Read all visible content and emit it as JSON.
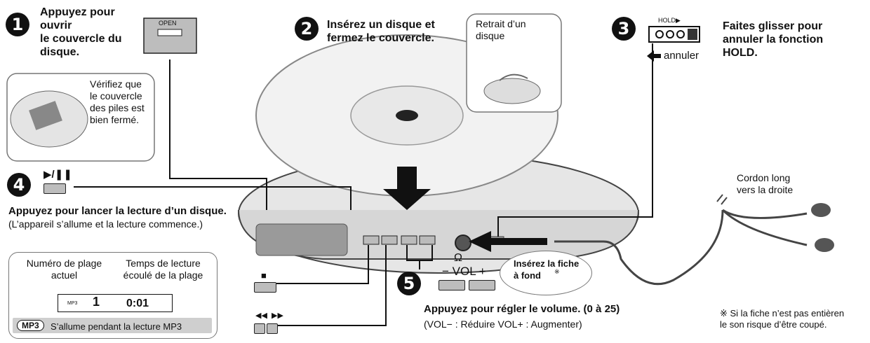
{
  "step1": {
    "num": "1",
    "instruction": "Appuyez pour\nouvrir\nle couvercle du\ndisque.",
    "open_label": "OPEN",
    "check_note": "Vérifiez que\nle couvercle\ndes piles est\nbien fermé."
  },
  "step2": {
    "num": "2",
    "instruction": "Insérez un disque et\nfermez le couvercle.",
    "removal_label": "Retrait d’un\ndisque"
  },
  "step3": {
    "num": "3",
    "hold_label": "HOLD▶",
    "cancel_label": "annuler",
    "instruction": "Faites glisser pour\nannuler la fonction\nHOLD."
  },
  "step4": {
    "num": "4",
    "play_symbol": "▶/❚❚",
    "instruction": "Appuyez pour lancer la lecture d’un disque.",
    "note": "(L’appareil s’allume et la lecture commence.)"
  },
  "display_panel": {
    "track_label": "Numéro de plage\nactuel",
    "time_label": "Temps de lecture\nécoulé de la plage",
    "mp3_small": "MP3",
    "track_value": "1",
    "time_value": "0:01",
    "mp3_badge": "MP3",
    "mp3_note": "S’allume pendant la lecture MP3"
  },
  "stop_symbol": "■",
  "skip_symbols": "◀◀  ▶▶",
  "step5": {
    "num": "5",
    "headphone_symbol": "Ω",
    "vol_label": "− VOL +",
    "instruction": "Appuyez pour régler le volume. (0 à 25)",
    "note": "(VOL− : Réduire   VOL+ : Augmenter)"
  },
  "plug_bubble": "Insérez la fiche\nà fond",
  "plug_bubble_mark": "※",
  "cord_label": "Cordon long\nvers la droite",
  "footnote": "※ Si la fiche n’est pas entièren\nle son risque d’être coupé."
}
